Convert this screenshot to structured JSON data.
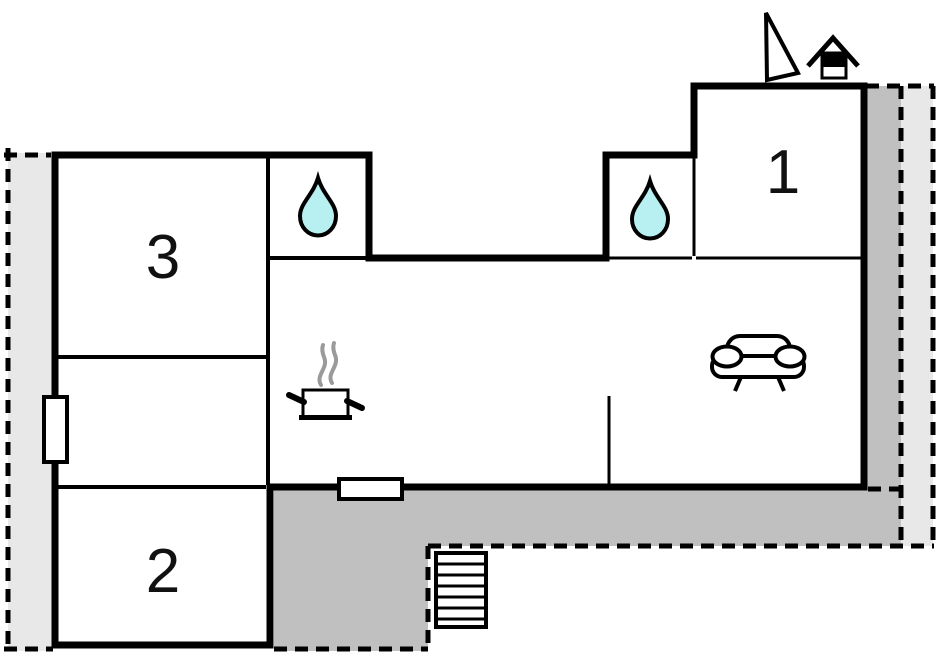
{
  "rooms": [
    {
      "number": "1"
    },
    {
      "number": "2"
    },
    {
      "number": "3"
    }
  ],
  "colors": {
    "wall": "#000000",
    "terrace_dark": "#c0c0c0",
    "terrace_light": "#e8e8e8",
    "water_drop": "#b8f0f2",
    "steam": "#9a9a9a"
  },
  "icons": {
    "bathroom_1": "water-drop-icon",
    "bathroom_2": "water-drop-icon",
    "kitchen": "cooking-pot-icon",
    "living_room": "sofa-icon",
    "staircase": "stairs-icon",
    "outside_top_left": "sail-flag-icon",
    "outside_top_right": "house-icon",
    "left_wall": "window-icon",
    "bottom_wall": "window-icon"
  }
}
